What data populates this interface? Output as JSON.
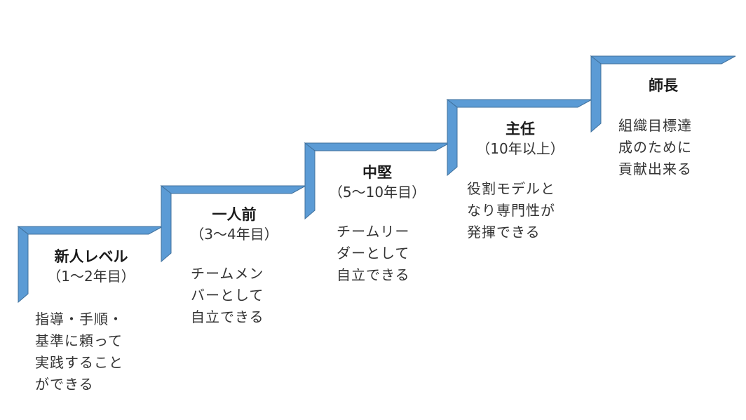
{
  "colors": {
    "step_fill": "#5b9bd5",
    "step_stroke": "#41719c"
  },
  "stages": [
    {
      "title": "新人レベル",
      "years": "（1～2年目）",
      "desc": [
        "指導・手順・",
        "基準に頼って",
        "実践すること",
        "ができる"
      ]
    },
    {
      "title": "一人前",
      "years": "（3～4年目）",
      "desc": [
        "チームメン",
        "バーとして",
        "自立できる"
      ]
    },
    {
      "title": "中堅",
      "years": "（5～10年目）",
      "desc": [
        "チームリー",
        "ダーとして",
        "自立できる"
      ]
    },
    {
      "title": "主任",
      "years": "（10年以上）",
      "desc": [
        "役割モデルと",
        "なり専門性が",
        "発揮できる"
      ]
    },
    {
      "title": "師長",
      "years": "",
      "desc": [
        "組織目標達",
        "成のために",
        "貢献出来る"
      ]
    }
  ]
}
